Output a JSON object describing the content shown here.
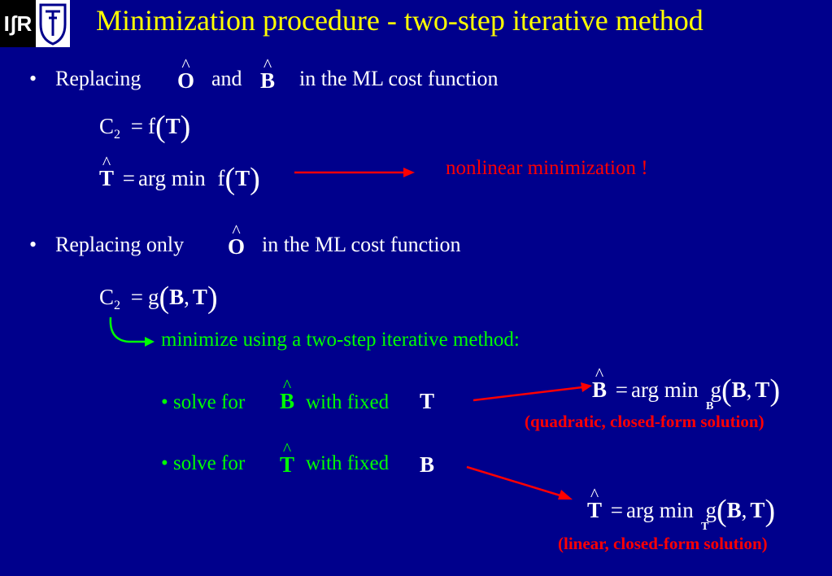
{
  "title": "Minimization procedure - two-step iterative method",
  "logos": {
    "left_text": "IʃR"
  },
  "bullet1": {
    "marker": "•",
    "text_a": "Replacing",
    "sym_o": "O",
    "text_b": "and",
    "sym_b": "B",
    "text_c": "in the ML cost function",
    "eq1": {
      "lhs": "C",
      "sub": "2",
      "rhs_op": "=",
      "func": "f",
      "arg": "T"
    },
    "eq2": {
      "lhs": "T",
      "op": "=",
      "argmin": "arg min",
      "func": "f",
      "arg": "T"
    },
    "note": "nonlinear minimization !"
  },
  "bullet2": {
    "marker": "•",
    "text_a": "Replacing only",
    "sym_o": "O",
    "text_c": "in the ML cost function",
    "eq1": {
      "lhs": "C",
      "sub": "2",
      "rhs_op": "=",
      "func": "g",
      "arg1": "B",
      "comma": ",",
      "arg2": "T"
    },
    "green_text": "minimize using a two-step iterative method:",
    "step1": {
      "text_a": "• solve for",
      "sym": "B",
      "text_b": "with fixed",
      "fixed": "T"
    },
    "step2": {
      "text_a": "• solve for",
      "sym": "T",
      "text_b": "with fixed",
      "fixed": "B"
    },
    "result1": {
      "lhs": "B",
      "op": "=",
      "argmin": "arg min",
      "under": "B",
      "func": "g",
      "arg1": "B",
      "comma": ",",
      "arg2": "T",
      "note": "(quadratic, closed-form solution)"
    },
    "result2": {
      "lhs": "T",
      "op": "=",
      "argmin": "arg min",
      "under": "T",
      "func": "g",
      "arg1": "B",
      "comma": ",",
      "arg2": "T",
      "note": "(linear, closed-form solution)"
    }
  },
  "colors": {
    "background": "#00008c",
    "title": "#ffff00",
    "accent_red": "#ff0000",
    "accent_green": "#00ff00"
  }
}
